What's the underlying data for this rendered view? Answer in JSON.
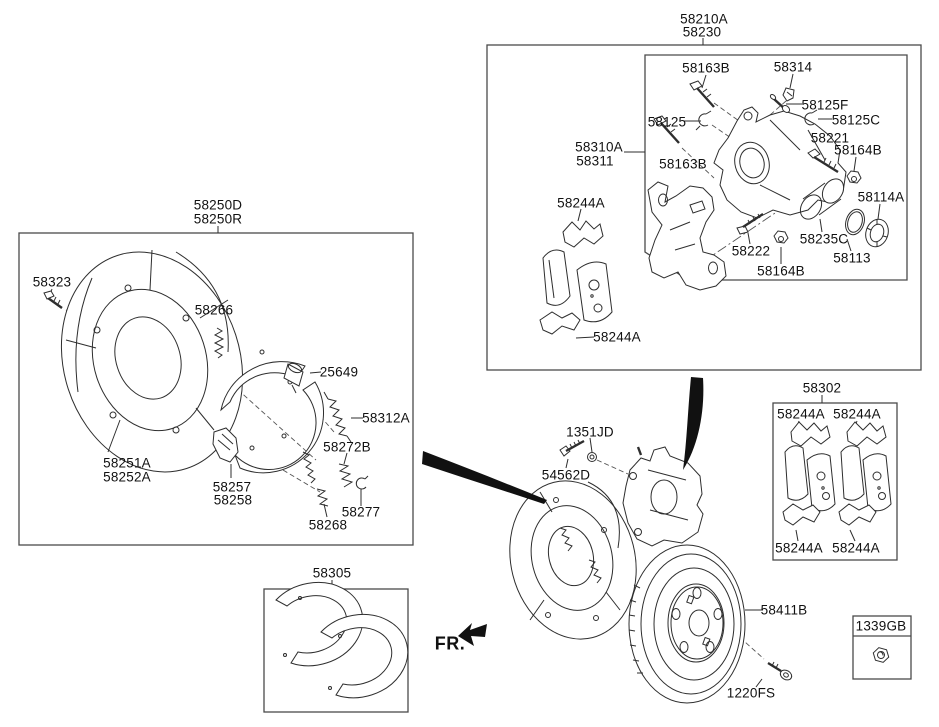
{
  "colors": {
    "background": "#ffffff",
    "line": "#2e2e2e",
    "box_border": "#4a4a4a",
    "label": "#111111",
    "arrow": "#111111"
  },
  "fr_indicator": "FR.",
  "parts": {
    "58210A": "58210A",
    "58230": "58230",
    "58163B": "58163B",
    "58314": "58314",
    "58125F": "58125F",
    "58125C": "58125C",
    "58125": "58125",
    "58221": "58221",
    "58164B": "58164B",
    "58310A": "58310A",
    "58311": "58311",
    "58244A": "58244A",
    "58235C": "58235C",
    "58222": "58222",
    "58113": "58113",
    "58114A": "58114A",
    "58250D": "58250D",
    "58250R": "58250R",
    "58323": "58323",
    "58266": "58266",
    "25649": "25649",
    "58312A": "58312A",
    "58272B": "58272B",
    "58251A": "58251A",
    "58252A": "58252A",
    "58257": "58257",
    "58258": "58258",
    "58268": "58268",
    "58277": "58277",
    "58305": "58305",
    "58302": "58302",
    "1351JD": "1351JD",
    "54562D": "54562D",
    "58411B": "58411B",
    "1220FS": "1220FS",
    "1339GB": "1339GB"
  }
}
